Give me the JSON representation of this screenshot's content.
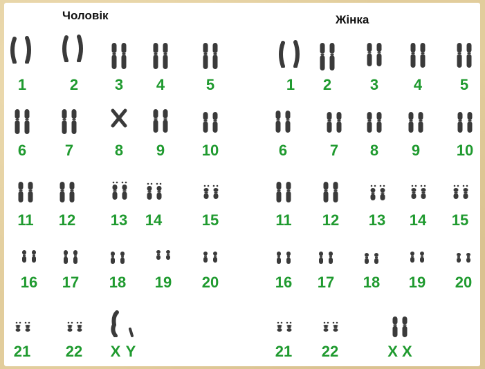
{
  "headings": {
    "male": "Чоловік",
    "female": "Жінка"
  },
  "colors": {
    "number": "#1f9a2f",
    "chromosome": "#3a3a3a",
    "background": "#e2cd9c"
  },
  "male": {
    "row1": [
      "1",
      "2",
      "3",
      "4",
      "5"
    ],
    "row2": [
      "6",
      "7",
      "8",
      "9",
      "10"
    ],
    "row3": [
      "11",
      "12",
      "13",
      "14",
      "15"
    ],
    "row4": [
      "16",
      "17",
      "18",
      "19",
      "20"
    ],
    "row5": [
      "21",
      "22",
      "X",
      "Y"
    ]
  },
  "female": {
    "row1": [
      "1",
      "2",
      "3",
      "4",
      "5"
    ],
    "row2": [
      "6",
      "7",
      "8",
      "9",
      "10"
    ],
    "row3": [
      "11",
      "12",
      "13",
      "14",
      "15"
    ],
    "row4": [
      "16",
      "17",
      "18",
      "19",
      "20"
    ],
    "row5": [
      "21",
      "22",
      "X X"
    ]
  }
}
